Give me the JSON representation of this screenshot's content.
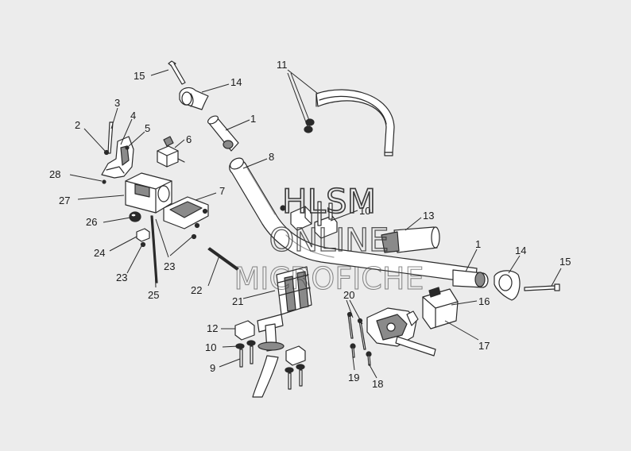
{
  "watermark": {
    "line1": "HLSM",
    "line2": "ONLINE",
    "line3": "MICROFICHE"
  },
  "callouts": {
    "c15a": "15",
    "c14a": "14",
    "c1a": "1",
    "c11": "11",
    "c3": "3",
    "c4": "4",
    "c2": "2",
    "c5": "5",
    "c6": "6",
    "c8": "8",
    "c28": "28",
    "c27": "27",
    "c7": "7",
    "c10a": "10",
    "c13": "13",
    "c26": "26",
    "c24": "24",
    "c23a": "23",
    "c23b": "23",
    "c25": "25",
    "c22": "22",
    "c1b": "1",
    "c14b": "14",
    "c15b": "15",
    "c21": "21",
    "c16": "16",
    "c20": "20",
    "c12": "12",
    "c10b": "10",
    "c9": "9",
    "c17": "17",
    "c19": "19",
    "c18": "18"
  },
  "colors": {
    "background": "#ececec",
    "line": "#2a2a2a",
    "part_fill": "#ffffff",
    "shade": "#8a8a8a"
  }
}
